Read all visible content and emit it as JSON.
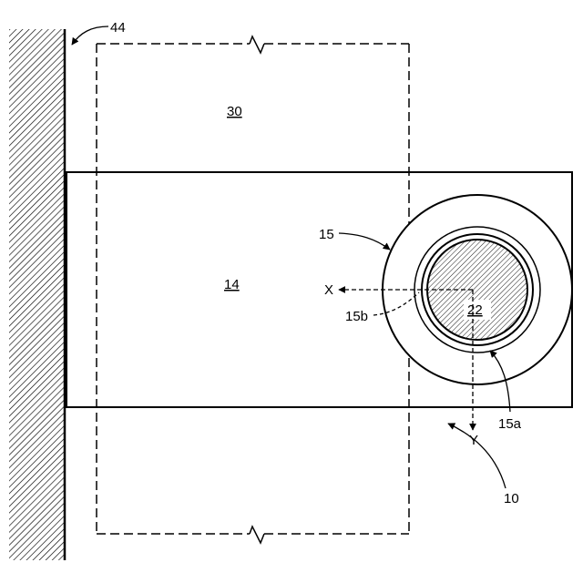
{
  "labels": {
    "ref_44": "44",
    "ref_30": "30",
    "ref_14": "14",
    "ref_15": "15",
    "ref_15a": "15a",
    "ref_15b": "15b",
    "ref_22": "22",
    "ref_10": "10",
    "axis_x": "X",
    "axis_y": "Y"
  },
  "colors": {
    "ink": "#000000",
    "background": "#ffffff"
  }
}
